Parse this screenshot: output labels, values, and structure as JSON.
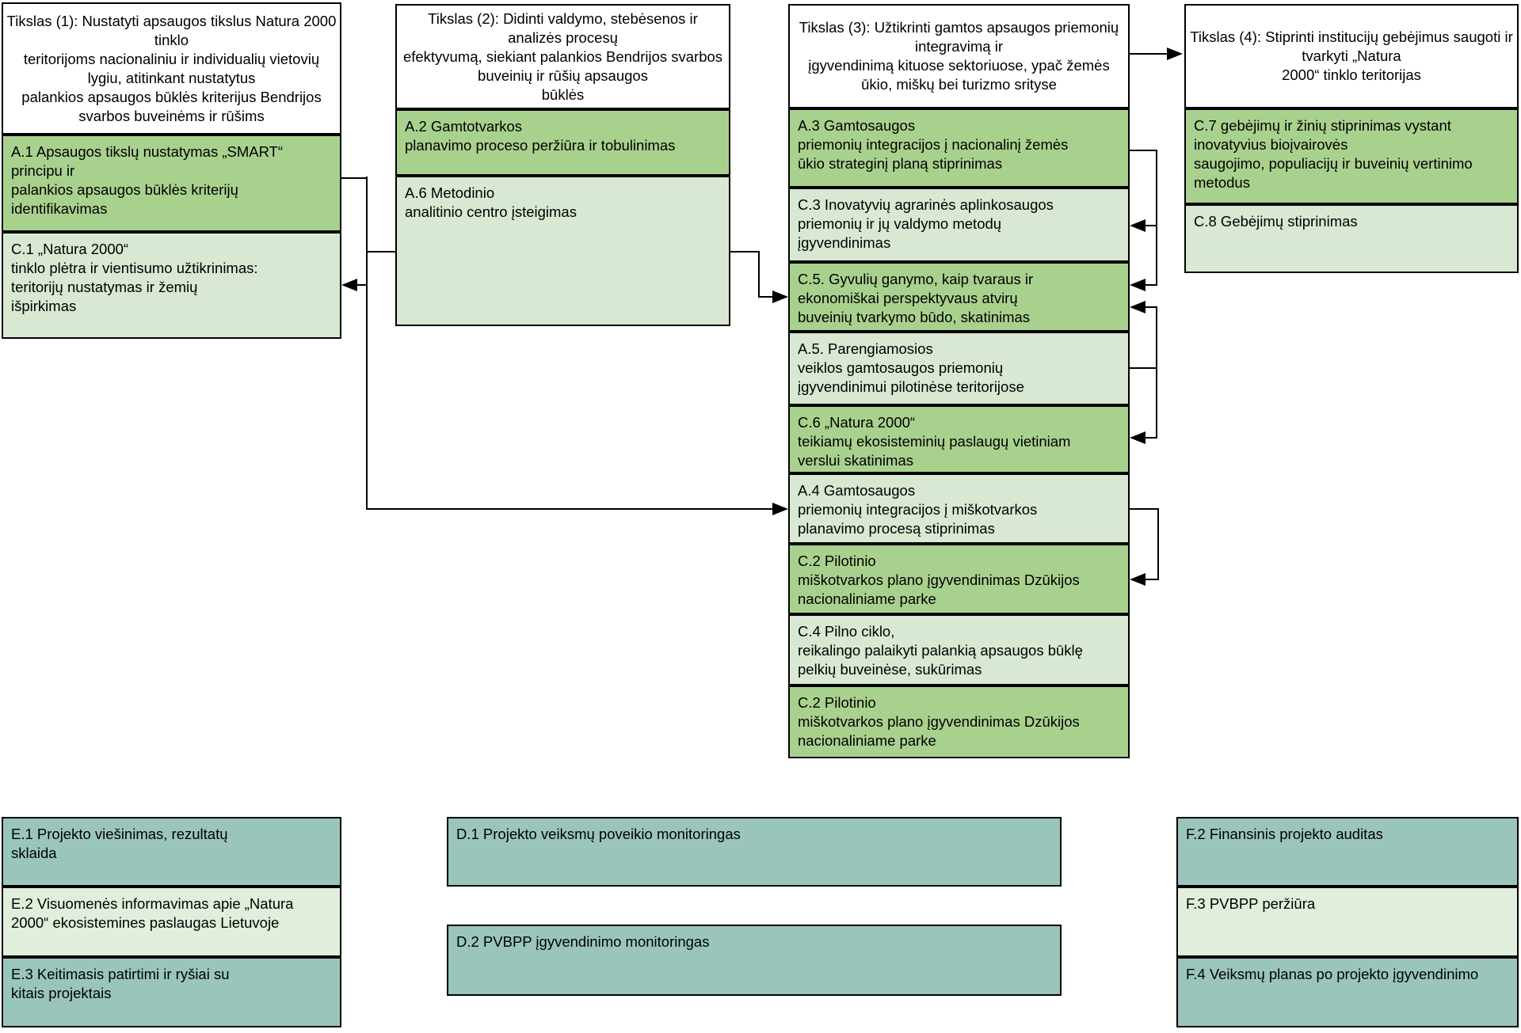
{
  "colors": {
    "dark": "#a9d18e",
    "light": "#d8e8d3",
    "pale": "#e1eedb",
    "teal": "#9ac5bc",
    "border": "#000000"
  },
  "columns": [
    {
      "header": "Tikslas (1): Nustatyti apsaugos tikslus Natura 2000\ntinklo\nteritorijoms nacionaliniu ir individualių vietovių\nlygiu, atitinkant nustatytus\npalankios apsaugos būklės kriterijus Bendrijos\nsvarbos buveinėms ir rūšims",
      "items": [
        {
          "tone": "dark",
          "text": "A.1 Apsaugos tikslų nustatymas „SMART“\nprincipu ir\npalankios apsaugos būklės kriterijų\nidentifikavimas"
        },
        {
          "tone": "light",
          "text": "C.1 „Natura 2000“\ntinklo plėtra ir vientisumo užtikrinimas:\nteritorijų nustatymas ir žemių\nišpirkimas"
        }
      ]
    },
    {
      "header": "Tikslas (2): Didinti valdymo, stebėsenos ir\nanalizės procesų\nefektyvumą, siekiant palankios Bendrijos svarbos\nbuveinių ir rūšių apsaugos\nbūklės",
      "items": [
        {
          "tone": "dark",
          "text": "A.2 Gamtotvarkos\nplanavimo proceso peržiūra ir tobulinimas"
        },
        {
          "tone": "light",
          "text": "A.6 Metodinio\nanalitinio centro įsteigimas"
        }
      ]
    },
    {
      "header": "Tikslas (3): Užtikrinti gamtos apsaugos priemonių\nintegravimą ir\nįgyvendinimą kituose sektoriuose, ypač žemės\nūkio, miškų bei turizmo srityse",
      "items": [
        {
          "tone": "dark",
          "text": "A.3 Gamtosaugos\npriemonių integracijos į nacionalinį žemės\nūkio strateginį planą stiprinimas"
        },
        {
          "tone": "light",
          "text": "C.3 Inovatyvių agrarinės aplinkosaugos\npriemonių ir jų valdymo metodų\nįgyvendinimas"
        },
        {
          "tone": "dark",
          "text": "C.5. Gyvulių ganymo, kaip tvaraus ir\nekonomiškai perspektyvaus atvirų\nbuveinių tvarkymo būdo, skatinimas"
        },
        {
          "tone": "light",
          "text": "A.5. Parengiamosios\nveiklos gamtosaugos priemonių\nįgyvendinimui pilotinėse teritorijose"
        },
        {
          "tone": "dark",
          "text": "C.6 „Natura 2000“\nteikiamų ekosisteminių paslaugų vietiniam\nverslui skatinimas"
        },
        {
          "tone": "light",
          "text": "A.4 Gamtosaugos\npriemonių integracijos į miškotvarkos\nplanavimo procesą stiprinimas"
        },
        {
          "tone": "dark",
          "text": "C.2 Pilotinio\nmiškotvarkos plano įgyvendinimas Dzūkijos\nnacionaliniame parke"
        },
        {
          "tone": "light",
          "text": "C.4 Pilno ciklo,\nreikalingo palaikyti palankią apsaugos būklę\npelkių buveinėse, sukūrimas"
        },
        {
          "tone": "dark",
          "text": "C.2 Pilotinio\nmiškotvarkos plano įgyvendinimas Dzūkijos\nnacionaliniame parke"
        }
      ]
    },
    {
      "header": "Tikslas (4): Stiprinti institucijų gebėjimus saugoti ir\ntvarkyti „Natura\n2000“ tinklo teritorijas",
      "items": [
        {
          "tone": "dark",
          "text": "C.7 gebėjimų ir žinių stiprinimas vystant\ninovatyvius bioįvairovės\nsaugojimo, populiacijų ir buveinių vertinimo\nmetodus"
        },
        {
          "tone": "light",
          "text": "C.8 Gebėjimų stiprinimas"
        }
      ]
    }
  ],
  "bottom": [
    {
      "items": [
        {
          "tone": "teal",
          "text": "E.1 Projekto viešinimas, rezultatų\nsklaida"
        },
        {
          "tone": "pale",
          "text": "E.2 Visuomenės informavimas apie „Natura\n2000“ ekosistemines paslaugas Lietuvoje"
        },
        {
          "tone": "teal",
          "text": "E.3 Keitimasis patirtimi ir ryšiai su\nkitais projektais"
        }
      ]
    },
    {
      "items": [
        {
          "tone": "teal",
          "text": "D.1 Projekto veiksmų poveikio monitoringas"
        },
        {
          "tone": "teal",
          "text": "D.2 PVBPP įgyvendinimo monitoringas"
        }
      ]
    },
    {
      "items": [
        {
          "tone": "teal",
          "text": "F.2 Finansinis projekto auditas"
        },
        {
          "tone": "pale",
          "text": "F.3 PVBPP peržiūra"
        },
        {
          "tone": "teal",
          "text": "F.4 Veiksmų planas po projekto įgyvendinimo"
        }
      ]
    }
  ],
  "edges": [
    {
      "from": "A.1",
      "to": "C.1"
    },
    {
      "from": "A.6",
      "to": "A.4"
    },
    {
      "from": "A.6",
      "to": "C.5"
    },
    {
      "from": "Tikslas (3)",
      "to": "Tikslas (4)"
    },
    {
      "from": "A.3",
      "to": "C.3"
    },
    {
      "from": "A.3",
      "to": "C.5"
    },
    {
      "from": "A.5",
      "to": "C.5"
    },
    {
      "from": "A.5",
      "to": "C.6"
    },
    {
      "from": "A.4",
      "to": "C.2"
    }
  ]
}
